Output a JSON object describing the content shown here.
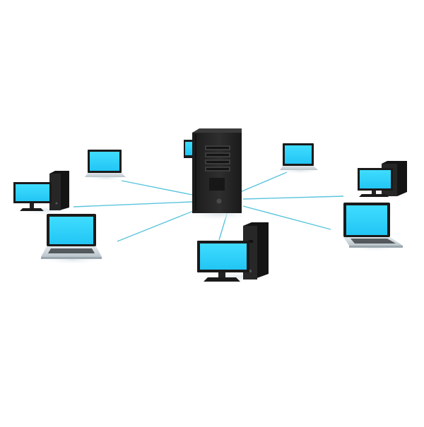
{
  "diagram": {
    "type": "star-network",
    "hub": {
      "icon": "server-tower-icon"
    },
    "nodes": [
      {
        "id": "desktop-back-center",
        "icon": "desktop-computer-icon"
      },
      {
        "id": "laptop-back-left",
        "icon": "laptop-icon"
      },
      {
        "id": "laptop-back-right",
        "icon": "laptop-icon"
      },
      {
        "id": "desktop-left",
        "icon": "desktop-computer-icon"
      },
      {
        "id": "desktop-right",
        "icon": "desktop-computer-icon"
      },
      {
        "id": "laptop-front-left",
        "icon": "laptop-icon"
      },
      {
        "id": "laptop-front-right",
        "icon": "laptop-icon"
      },
      {
        "id": "desktop-front-center",
        "icon": "desktop-computer-icon"
      }
    ]
  },
  "colors": {
    "background": "#ffffff",
    "screen": "#2fd0ff",
    "screen_edge": "#1a1a1a",
    "tower": "#262626",
    "tower_dark": "#141414",
    "laptop_base": "#d4dde2",
    "connection": "#5bc4de",
    "shadow": "#e9eef1"
  }
}
